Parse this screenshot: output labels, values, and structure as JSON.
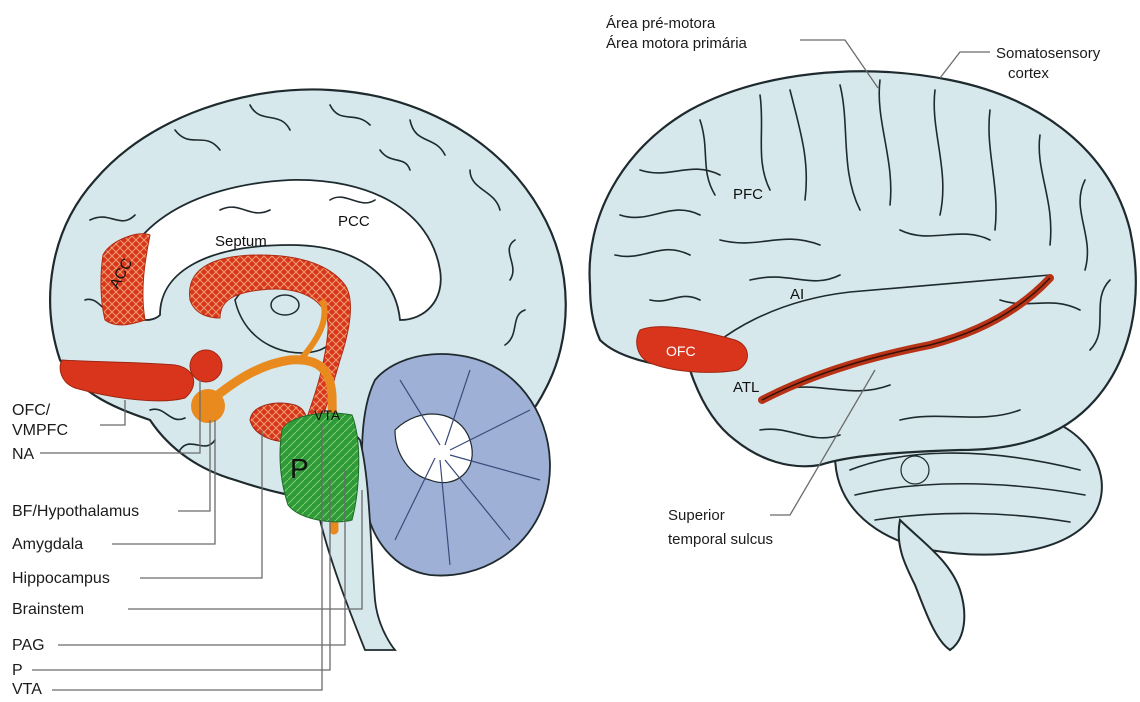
{
  "medial_view": {
    "inner_labels": {
      "septum": "Septum",
      "pcc": "PCC",
      "acc": "ACC",
      "vta": "VTA",
      "p": "P"
    },
    "callouts": [
      "OFC/",
      "VMPFC",
      "NA",
      "BF/Hypothalamus",
      "Amygdala",
      "Hippocampus",
      "Brainstem",
      "PAG",
      "P",
      "VTA"
    ]
  },
  "lateral_view": {
    "inner_labels": {
      "pfc": "PFC",
      "ai": "AI",
      "ofc": "OFC",
      "atl": "ATL"
    },
    "callouts": {
      "premotor": "Área pré-motora",
      "primary_motor": "Área motora primária",
      "somatosensory_1": "Somatosensory",
      "somatosensory_2": "cortex",
      "superior_1": "Superior",
      "superior_2": "temporal sulcus"
    }
  },
  "colors": {
    "cortex": "#d6e8ec",
    "cerebellum": "#9fb0d6",
    "red_region": "#d9351c",
    "orange_region": "#e88a1e",
    "green_region": "#2e9a3a"
  }
}
